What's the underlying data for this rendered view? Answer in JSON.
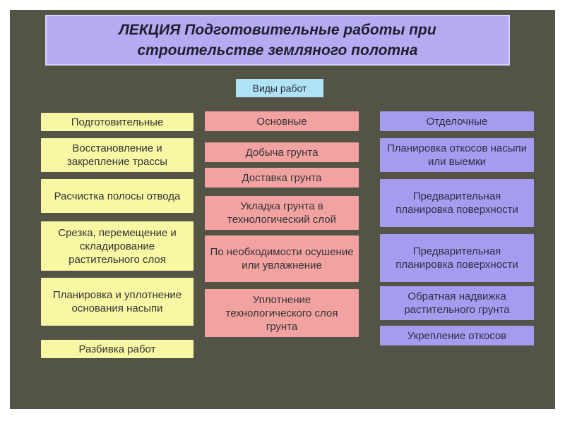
{
  "slide": {
    "title": "ЛЕКЦИЯ Подготовительные работы при строительстве земляного полотна",
    "kinds_label": "Виды работ"
  },
  "columns": {
    "preparatory": {
      "header": "Подготовительные",
      "items": [
        "Восстановление и закрепление трассы",
        "Расчистка полосы отвода",
        "Срезка, перемещение и складирование растительного слоя",
        "Планировка и уплотнение основания насыпи",
        "Разбивка работ"
      ]
    },
    "main": {
      "header": "Основные",
      "items": [
        "Добыча грунта",
        "Доставка грунта",
        "Укладка грунта в технологический слой",
        "По необходимости осушение или увлажнение",
        "Уплотнение технологического слоя грунта"
      ]
    },
    "finishing": {
      "header": "Отделочные",
      "items": [
        "Планировка откосов насыпи или выемки",
        "Предварительная планировка поверхности",
        "Предварительная планировка поверхности",
        "Обратная надвижка растительного грунта",
        "Укрепление откосов"
      ]
    }
  },
  "colors": {
    "background": "#535346",
    "title": "#b4abf3",
    "kinds": "#aee3f6",
    "preparatory": "#f8f7a4",
    "main": "#f3a2a2",
    "finishing": "#a59cf0"
  }
}
